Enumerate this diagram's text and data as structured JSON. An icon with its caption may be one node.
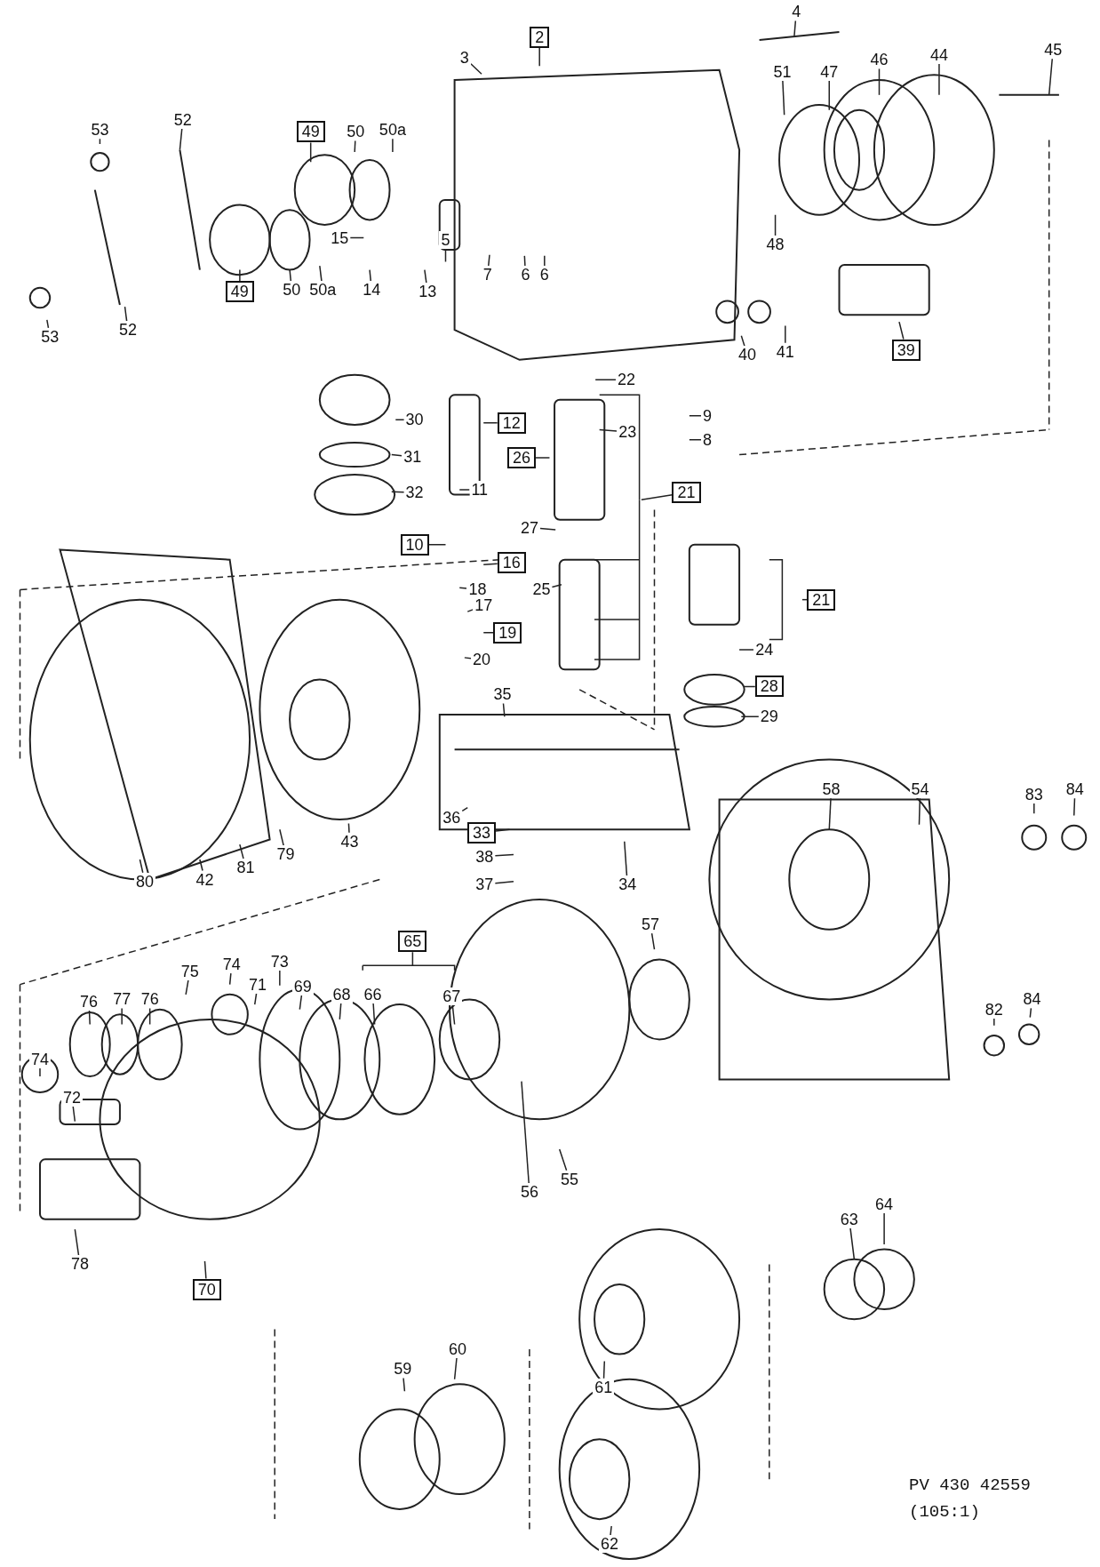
{
  "diagram": {
    "nodes": [
      {
        "text": [
          "2"
        ]
      },
      {
        "text": [
          "3"
        ]
      },
      {
        "text": [
          "4"
        ]
      },
      {
        "text": [
          "45"
        ]
      },
      {
        "text": [
          "44"
        ]
      },
      {
        "text": [
          "46"
        ]
      },
      {
        "text": [
          "47"
        ]
      },
      {
        "text": [
          "51"
        ]
      },
      {
        "text": [
          "53"
        ]
      },
      {
        "text": [
          "52"
        ]
      },
      {
        "text": [
          "49"
        ]
      },
      {
        "text": [
          "50"
        ]
      },
      {
        "text": [
          "50a"
        ]
      },
      {
        "text": [
          "15"
        ]
      },
      {
        "text": [
          "5"
        ]
      },
      {
        "text": [
          "7"
        ]
      },
      {
        "text": [
          "6"
        ]
      },
      {
        "text": [
          "6"
        ]
      },
      {
        "text": [
          "48"
        ]
      },
      {
        "text": [
          "49"
        ]
      },
      {
        "text": [
          "50"
        ]
      },
      {
        "text": [
          "50a"
        ]
      },
      {
        "text": [
          "14"
        ]
      },
      {
        "text": [
          "13"
        ]
      },
      {
        "text": [
          "53"
        ]
      },
      {
        "text": [
          "52"
        ]
      },
      {
        "text": [
          "40"
        ]
      },
      {
        "text": [
          "41"
        ]
      },
      {
        "text": [
          "39"
        ]
      },
      {
        "text": [
          "22"
        ]
      },
      {
        "text": [
          "30"
        ]
      },
      {
        "text": [
          "12"
        ]
      },
      {
        "text": [
          "9"
        ]
      },
      {
        "text": [
          "23"
        ]
      },
      {
        "text": [
          "8"
        ]
      },
      {
        "text": [
          "31"
        ]
      },
      {
        "text": [
          "26"
        ]
      },
      {
        "text": [
          "11"
        ]
      },
      {
        "text": [
          "32"
        ]
      },
      {
        "text": [
          "21"
        ]
      },
      {
        "text": [
          "27"
        ]
      },
      {
        "text": [
          "10"
        ]
      },
      {
        "text": [
          "16"
        ]
      },
      {
        "text": [
          "25"
        ]
      },
      {
        "text": [
          "18"
        ]
      },
      {
        "text": [
          "17"
        ]
      },
      {
        "text": [
          "21"
        ]
      },
      {
        "text": [
          "19"
        ]
      },
      {
        "text": [
          "24"
        ]
      },
      {
        "text": [
          "20"
        ]
      },
      {
        "text": [
          "28"
        ]
      },
      {
        "text": [
          "35"
        ]
      },
      {
        "text": [
          "29"
        ]
      },
      {
        "text": [
          "58"
        ]
      },
      {
        "text": [
          "54"
        ]
      },
      {
        "text": [
          "83"
        ]
      },
      {
        "text": [
          "84"
        ]
      },
      {
        "text": [
          "36"
        ]
      },
      {
        "text": [
          "43"
        ]
      },
      {
        "text": [
          "33"
        ]
      },
      {
        "text": [
          "79"
        ]
      },
      {
        "text": [
          "38"
        ]
      },
      {
        "text": [
          "81"
        ]
      },
      {
        "text": [
          "42"
        ]
      },
      {
        "text": [
          "80"
        ]
      },
      {
        "text": [
          "34"
        ]
      },
      {
        "text": [
          "37"
        ]
      },
      {
        "text": [
          "65"
        ]
      },
      {
        "text": [
          "57"
        ]
      },
      {
        "text": [
          "73"
        ]
      },
      {
        "text": [
          "75"
        ]
      },
      {
        "text": [
          "74"
        ]
      },
      {
        "text": [
          "71"
        ]
      },
      {
        "text": [
          "69"
        ]
      },
      {
        "text": [
          "68"
        ]
      },
      {
        "text": [
          "66"
        ]
      },
      {
        "text": [
          "67"
        ]
      },
      {
        "text": [
          "76"
        ]
      },
      {
        "text": [
          "77"
        ]
      },
      {
        "text": [
          "76"
        ]
      },
      {
        "text": [
          "84"
        ]
      },
      {
        "text": [
          "82"
        ]
      },
      {
        "text": [
          "74"
        ]
      },
      {
        "text": [
          "72"
        ]
      },
      {
        "text": [
          "56"
        ]
      },
      {
        "text": [
          "55"
        ]
      },
      {
        "text": [
          "78"
        ]
      },
      {
        "text": [
          "70"
        ]
      },
      {
        "text": [
          "64"
        ]
      },
      {
        "text": [
          "63"
        ]
      },
      {
        "text": [
          "60"
        ]
      },
      {
        "text": [
          "59"
        ]
      },
      {
        "text": [
          "61"
        ]
      },
      {
        "text": [
          "62"
        ]
      }
    ],
    "edges": [
      {
        "from": 0,
        "to": null,
        "arrow": "none"
      },
      {
        "from": 1,
        "to": null,
        "arrow": "none"
      },
      {
        "from": 2,
        "to": null,
        "arrow": "none"
      },
      {
        "from": 3,
        "to": null,
        "arrow": "none"
      },
      {
        "from": 4,
        "to": null,
        "arrow": "none"
      },
      {
        "from": 5,
        "to": null,
        "arrow": "none"
      },
      {
        "from": 6,
        "to": null,
        "arrow": "none"
      },
      {
        "from": 7,
        "to": null,
        "arrow": "none"
      },
      {
        "from": 8,
        "to": null,
        "arrow": "none"
      },
      {
        "from": 9,
        "to": null,
        "arrow": "none"
      },
      {
        "from": 10,
        "to": null,
        "arrow": "none"
      },
      {
        "from": 11,
        "to": null,
        "arrow": "none"
      },
      {
        "from": 12,
        "to": null,
        "arrow": "none"
      },
      {
        "from": 13,
        "to": null,
        "arrow": "none"
      },
      {
        "from": 14,
        "to": null,
        "arrow": "none"
      },
      {
        "from": 15,
        "to": null,
        "arrow": "none"
      },
      {
        "from": 16,
        "to": null,
        "arrow": "none"
      },
      {
        "from": 17,
        "to": null,
        "arrow": "none"
      },
      {
        "from": 18,
        "to": null,
        "arrow": "none"
      },
      {
        "from": 19,
        "to": null,
        "arrow": "none"
      },
      {
        "from": 20,
        "to": null,
        "arrow": "none"
      },
      {
        "from": 21,
        "to": null,
        "arrow": "none"
      },
      {
        "from": 22,
        "to": null,
        "arrow": "none"
      },
      {
        "from": 23,
        "to": null,
        "arrow": "none"
      },
      {
        "from": 24,
        "to": null,
        "arrow": "none"
      },
      {
        "from": 25,
        "to": null,
        "arrow": "none"
      },
      {
        "from": 26,
        "to": null,
        "arrow": "none"
      },
      {
        "from": 27,
        "to": null,
        "arrow": "none"
      },
      {
        "from": 28,
        "to": null,
        "arrow": "none"
      },
      {
        "from": 29,
        "to": null,
        "arrow": "none"
      },
      {
        "from": 30,
        "to": null,
        "arrow": "none"
      },
      {
        "from": 31,
        "to": null,
        "arrow": "none"
      },
      {
        "from": 32,
        "to": null,
        "arrow": "none"
      },
      {
        "from": 33,
        "to": null,
        "arrow": "none"
      },
      {
        "from": 34,
        "to": null,
        "arrow": "none"
      },
      {
        "from": 35,
        "to": null,
        "arrow": "none"
      },
      {
        "from": 36,
        "to": null,
        "arrow": "none"
      },
      {
        "from": 37,
        "to": null,
        "arrow": "none"
      },
      {
        "from": 38,
        "to": null,
        "arrow": "none"
      },
      {
        "from": 39,
        "to": null,
        "arrow": "none"
      },
      {
        "from": 40,
        "to": null,
        "arrow": "none"
      },
      {
        "from": 41,
        "to": null,
        "arrow": "none"
      },
      {
        "from": 42,
        "to": null,
        "arrow": "none"
      },
      {
        "from": 43,
        "to": null,
        "arrow": "none"
      },
      {
        "from": 44,
        "to": null,
        "arrow": "none"
      },
      {
        "from": 45,
        "to": null,
        "arrow": "none"
      },
      {
        "from": 46,
        "to": null,
        "arrow": "none"
      },
      {
        "from": 47,
        "to": null,
        "arrow": "none"
      },
      {
        "from": 48,
        "to": null,
        "arrow": "none"
      },
      {
        "from": 49,
        "to": null,
        "arrow": "none"
      },
      {
        "from": 50,
        "to": null,
        "arrow": "none"
      },
      {
        "from": 51,
        "to": null,
        "arrow": "none"
      },
      {
        "from": 52,
        "to": null,
        "arrow": "none"
      },
      {
        "from": 53,
        "to": null,
        "arrow": "none"
      },
      {
        "from": 54,
        "to": null,
        "arrow": "none"
      },
      {
        "from": 55,
        "to": null,
        "arrow": "none"
      },
      {
        "from": 56,
        "to": null,
        "arrow": "none"
      },
      {
        "from": 57,
        "to": null,
        "arrow": "none"
      },
      {
        "from": 58,
        "to": null,
        "arrow": "none"
      },
      {
        "from": 59,
        "to": null,
        "arrow": "none"
      },
      {
        "from": 60,
        "to": null,
        "arrow": "none"
      },
      {
        "from": 61,
        "to": null,
        "arrow": "none"
      },
      {
        "from": 62,
        "to": null,
        "arrow": "none"
      },
      {
        "from": 63,
        "to": null,
        "arrow": "none"
      },
      {
        "from": 64,
        "to": null,
        "arrow": "none"
      },
      {
        "from": 65,
        "to": null,
        "arrow": "none"
      },
      {
        "from": 66,
        "to": null,
        "arrow": "none"
      },
      {
        "from": 67,
        "to": null,
        "arrow": "none"
      },
      {
        "from": 68,
        "to": null,
        "arrow": "none"
      },
      {
        "from": 69,
        "to": null,
        "arrow": "none"
      },
      {
        "from": 70,
        "to": null,
        "arrow": "none"
      },
      {
        "from": 71,
        "to": null,
        "arrow": "none"
      },
      {
        "from": 72,
        "to": null,
        "arrow": "none"
      },
      {
        "from": 73,
        "to": null,
        "arrow": "none"
      },
      {
        "from": 74,
        "to": null,
        "arrow": "none"
      },
      {
        "from": 75,
        "to": null,
        "arrow": "none"
      },
      {
        "from": 76,
        "to": null,
        "arrow": "none"
      },
      {
        "from": 77,
        "to": null,
        "arrow": "none"
      },
      {
        "from": 78,
        "to": null,
        "arrow": "none"
      },
      {
        "from": 79,
        "to": null,
        "arrow": "none"
      },
      {
        "from": 80,
        "to": null,
        "arrow": "none"
      },
      {
        "from": 81,
        "to": null,
        "arrow": "none"
      },
      {
        "from": 82,
        "to": null,
        "arrow": "none"
      },
      {
        "from": 83,
        "to": null,
        "arrow": "none"
      },
      {
        "from": 84,
        "to": null,
        "arrow": "none"
      },
      {
        "from": 85,
        "to": null,
        "arrow": "none"
      },
      {
        "from": 86,
        "to": null,
        "arrow": "none"
      },
      {
        "from": 87,
        "to": null,
        "arrow": "none"
      },
      {
        "from": 88,
        "to": null,
        "arrow": "none"
      },
      {
        "from": 89,
        "to": null,
        "arrow": "none"
      },
      {
        "from": 90,
        "to": null,
        "arrow": "none"
      },
      {
        "from": 91,
        "to": null,
        "arrow": "none"
      },
      {
        "from": 92,
        "to": null,
        "arrow": "none"
      },
      {
        "from": 93,
        "to": null,
        "arrow": "none"
      }
    ],
    "labels": [
      "PV 430 42559",
      "(105:1)"
    ]
  }
}
